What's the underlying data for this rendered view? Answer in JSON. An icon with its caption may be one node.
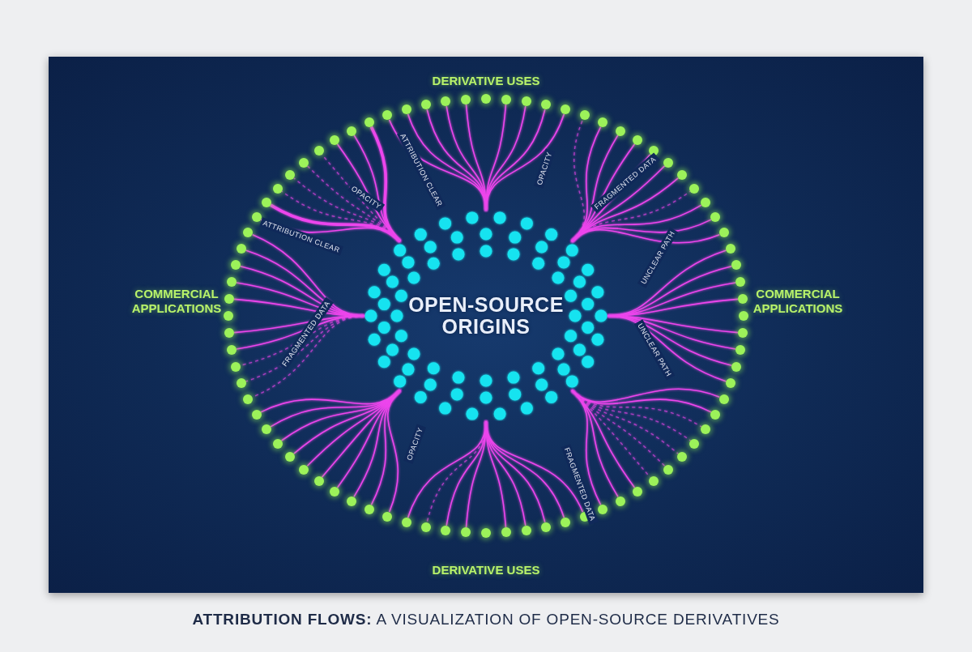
{
  "diagram": {
    "caption": "**ATTRIBUTION FLOWS:** A VISUALIZATION OF OPEN-SOURCE DERIVATIVES",
    "nodes": [
      {
        "text": [
          "OPEN-SOURCE ORIGINS"
        ]
      },
      {
        "text": [],
        "shape": "circle"
      },
      {
        "text": [],
        "shape": "circle"
      },
      {
        "text": [],
        "shape": "circle"
      },
      {
        "text": [],
        "shape": "circle"
      },
      {
        "text": [],
        "shape": "circle"
      },
      {
        "text": [],
        "shape": "circle"
      },
      {
        "text": [],
        "shape": "circle"
      },
      {
        "text": [],
        "shape": "circle"
      },
      {
        "text": [],
        "shape": "circle"
      },
      {
        "text": [],
        "shape": "circle"
      },
      {
        "text": [],
        "shape": "circle"
      },
      {
        "text": [],
        "shape": "circle"
      },
      {
        "text": [],
        "shape": "circle"
      },
      {
        "text": [],
        "shape": "circle"
      },
      {
        "text": [],
        "shape": "circle"
      },
      {
        "text": [],
        "shape": "circle"
      },
      {
        "text": [],
        "shape": "circle"
      },
      {
        "text": [],
        "shape": "circle"
      },
      {
        "text": [],
        "shape": "circle"
      },
      {
        "text": [],
        "shape": "circle"
      },
      {
        "text": [],
        "shape": "circle"
      },
      {
        "text": [],
        "shape": "circle"
      },
      {
        "text": [],
        "shape": "circle"
      },
      {
        "text": [],
        "shape": "circle"
      },
      {
        "text": [],
        "shape": "circle"
      },
      {
        "text": [],
        "shape": "circle"
      },
      {
        "text": [],
        "shape": "circle"
      },
      {
        "text": [],
        "shape": "circle"
      },
      {
        "text": [],
        "shape": "circle"
      },
      {
        "text": [],
        "shape": "circle"
      },
      {
        "text": [],
        "shape": "circle"
      },
      {
        "text": [],
        "shape": "circle"
      },
      {
        "text": [],
        "shape": "circle"
      },
      {
        "text": [],
        "shape": "circle"
      },
      {
        "text": [],
        "shape": "circle"
      },
      {
        "text": [],
        "shape": "circle"
      },
      {
        "text": [],
        "shape": "circle"
      },
      {
        "text": [],
        "shape": "circle"
      },
      {
        "text": [],
        "shape": "circle"
      },
      {
        "text": [],
        "shape": "circle"
      },
      {
        "text": [],
        "shape": "circle"
      },
      {
        "text": [],
        "shape": "circle"
      },
      {
        "text": [],
        "shape": "circle"
      },
      {
        "text": [],
        "shape": "circle"
      },
      {
        "text": [],
        "shape": "circle"
      },
      {
        "text": [],
        "shape": "circle"
      },
      {
        "text": [],
        "shape": "circle"
      },
      {
        "text": [],
        "shape": "circle"
      },
      {
        "text": [],
        "shape": "circle"
      },
      {
        "text": [],
        "shape": "circle"
      },
      {
        "text": [],
        "shape": "circle"
      },
      {
        "text": [],
        "shape": "circle"
      },
      {
        "text": [],
        "shape": "circle"
      },
      {
        "text": [],
        "shape": "circle"
      },
      {
        "text": [],
        "shape": "circle"
      },
      {
        "text": [],
        "shape": "circle"
      },
      {
        "text": [],
        "shape": "circle"
      },
      {
        "text": [],
        "shape": "circle"
      },
      {
        "text": [],
        "shape": "circle"
      },
      {
        "text": [],
        "shape": "circle"
      },
      {
        "text": [],
        "shape": "circle"
      },
      {
        "text": [],
        "shape": "circle"
      },
      {
        "text": [],
        "shape": "circle"
      },
      {
        "text": [],
        "shape": "circle"
      },
      {
        "text": [],
        "shape": "circle"
      },
      {
        "text": [],
        "shape": "circle"
      },
      {
        "text": [],
        "shape": "circle"
      },
      {
        "text": [],
        "shape": "circle"
      },
      {
        "text": [],
        "shape": "circle"
      },
      {
        "text": [],
        "shape": "circle"
      },
      {
        "text": [],
        "shape": "circle"
      },
      {
        "text": [],
        "shape": "circle"
      },
      {
        "text": [],
        "shape": "circle"
      },
      {
        "text": [],
        "shape": "circle"
      },
      {
        "text": [],
        "shape": "circle"
      },
      {
        "text": [],
        "shape": "circle"
      },
      {
        "text": [],
        "shape": "circle"
      },
      {
        "text": [],
        "shape": "circle"
      },
      {
        "text": [],
        "shape": "circle"
      },
      {
        "text": [],
        "shape": "circle"
      }
    ],
    "edges": [
      {
        "from": 0,
        "to": 1,
        "arrow": "none"
      },
      {
        "from": 0,
        "to": 2,
        "arrow": "none"
      },
      {
        "from": 0,
        "to": 3,
        "arrow": "none"
      },
      {
        "from": 0,
        "to": 4,
        "arrow": "none"
      },
      {
        "from": 0,
        "to": 5,
        "arrow": "none"
      },
      {
        "from": 0,
        "to": 6,
        "arrow": "none",
        "style": "dashed"
      },
      {
        "from": 0,
        "to": 7,
        "arrow": "none"
      },
      {
        "from": 0,
        "to": 8,
        "arrow": "none"
      },
      {
        "from": 0,
        "to": 9,
        "arrow": "none"
      },
      {
        "from": 0,
        "to": 10,
        "arrow": "none"
      },
      {
        "from": 0,
        "to": 11,
        "arrow": "none"
      },
      {
        "from": 0,
        "to": 12,
        "arrow": "none"
      },
      {
        "from": 0,
        "to": 13,
        "arrow": "none",
        "style": "dashed"
      },
      {
        "from": 0,
        "to": 14,
        "arrow": "none"
      },
      {
        "from": 0,
        "to": 15,
        "arrow": "none"
      },
      {
        "from": 0,
        "to": 16,
        "arrow": "none"
      },
      {
        "from": 0,
        "to": 17,
        "arrow": "none"
      },
      {
        "from": 0,
        "to": 18,
        "arrow": "none"
      },
      {
        "from": 0,
        "to": 19,
        "arrow": "none"
      },
      {
        "from": 0,
        "to": 20,
        "arrow": "none"
      },
      {
        "from": 0,
        "to": 21,
        "arrow": "none"
      },
      {
        "from": 0,
        "to": 22,
        "arrow": "none"
      },
      {
        "from": 0,
        "to": 23,
        "arrow": "none"
      },
      {
        "from": 0,
        "to": 24,
        "arrow": "none"
      },
      {
        "from": 0,
        "to": 25,
        "arrow": "none"
      },
      {
        "from": 0,
        "to": 26,
        "arrow": "none"
      },
      {
        "from": 0,
        "to": 27,
        "arrow": "none"
      },
      {
        "from": 0,
        "to": 28,
        "arrow": "none",
        "style": "dashed"
      },
      {
        "from": 0,
        "to": 29,
        "arrow": "none",
        "style": "dashed"
      },
      {
        "from": 0,
        "to": 30,
        "arrow": "none",
        "style": "dashed"
      },
      {
        "from": 0,
        "to": 31,
        "arrow": "none",
        "style": "dashed"
      },
      {
        "from": 0,
        "to": 32,
        "arrow": "none",
        "style": "dashed"
      },
      {
        "from": 0,
        "to": 33,
        "arrow": "none"
      },
      {
        "from": 0,
        "to": 34,
        "arrow": "none"
      },
      {
        "from": 0,
        "to": 35,
        "arrow": "none"
      },
      {
        "from": 0,
        "to": 36,
        "arrow": "none"
      },
      {
        "from": 0,
        "to": 37,
        "arrow": "none"
      },
      {
        "from": 0,
        "to": 38,
        "arrow": "none"
      },
      {
        "from": 0,
        "to": 39,
        "arrow": "none"
      },
      {
        "from": 0,
        "to": 40,
        "arrow": "none"
      },
      {
        "from": 0,
        "to": 41,
        "arrow": "none"
      },
      {
        "from": 0,
        "to": 42,
        "arrow": "none"
      },
      {
        "from": 0,
        "to": 43,
        "arrow": "none"
      },
      {
        "from": 0,
        "to": 44,
        "arrow": "none",
        "style": "dashed"
      },
      {
        "from": 0,
        "to": 45,
        "arrow": "none"
      },
      {
        "from": 0,
        "to": 46,
        "arrow": "none"
      },
      {
        "from": 0,
        "to": 47,
        "arrow": "none"
      },
      {
        "from": 0,
        "to": 48,
        "arrow": "none"
      },
      {
        "from": 0,
        "to": 49,
        "arrow": "none"
      },
      {
        "from": 0,
        "to": 50,
        "arrow": "none"
      },
      {
        "from": 0,
        "to": 51,
        "arrow": "none"
      },
      {
        "from": 0,
        "to": 52,
        "arrow": "none"
      },
      {
        "from": 0,
        "to": 53,
        "arrow": "none"
      },
      {
        "from": 0,
        "to": 54,
        "arrow": "none"
      },
      {
        "from": 0,
        "to": 55,
        "arrow": "none"
      },
      {
        "from": 0,
        "to": 56,
        "arrow": "none",
        "style": "dashed"
      },
      {
        "from": 0,
        "to": 57,
        "arrow": "none",
        "style": "dashed"
      },
      {
        "from": 0,
        "to": 58,
        "arrow": "none",
        "style": "dashed"
      },
      {
        "from": 0,
        "to": 59,
        "arrow": "none"
      },
      {
        "from": 0,
        "to": 60,
        "arrow": "none"
      },
      {
        "from": 0,
        "to": 61,
        "arrow": "none"
      },
      {
        "from": 0,
        "to": 62,
        "arrow": "none"
      },
      {
        "from": 0,
        "to": 63,
        "arrow": "none"
      },
      {
        "from": 0,
        "to": 64,
        "arrow": "none"
      },
      {
        "from": 0,
        "to": 65,
        "arrow": "none"
      },
      {
        "from": 0,
        "to": 66,
        "arrow": "none"
      },
      {
        "from": 0,
        "to": 67,
        "arrow": "none"
      },
      {
        "from": 0,
        "to": 68,
        "arrow": "none",
        "style": "thick"
      },
      {
        "from": 0,
        "to": 69,
        "arrow": "none",
        "style": "dashed"
      },
      {
        "from": 0,
        "to": 70,
        "arrow": "none",
        "style": "dashed"
      },
      {
        "from": 0,
        "to": 71,
        "arrow": "none",
        "style": "dashed"
      },
      {
        "from": 0,
        "to": 72,
        "arrow": "none",
        "style": "dashed"
      },
      {
        "from": 0,
        "to": 73,
        "arrow": "none"
      },
      {
        "from": 0,
        "to": 74,
        "arrow": "none"
      },
      {
        "from": 0,
        "to": 75,
        "arrow": "none",
        "style": "thick"
      },
      {
        "from": 0,
        "to": 76,
        "arrow": "none"
      },
      {
        "from": 0,
        "to": 77,
        "arrow": "none"
      },
      {
        "from": 0,
        "to": 78,
        "arrow": "none"
      },
      {
        "from": 0,
        "to": 79,
        "arrow": "none"
      },
      {
        "from": 0,
        "to": 80,
        "arrow": "none"
      }
    ],
    "labels": [
      "DERIVATIVE USES",
      "OPACITY",
      "FRAGMENTED DATA",
      "ATTRIBUTION CLEAR",
      "OPACITY",
      "ATTRIBUTION CLEAR",
      "UNCLEAR PATH",
      "COMMERCIAL APPLICATIONS",
      "COMMERCIAL APPLICATIONS",
      "FRAGMENTED DATA",
      "UNCLEAR PATH",
      "OPACITY",
      "FRAGMENTED DATA",
      "DERIVATIVE USES"
    ]
  }
}
